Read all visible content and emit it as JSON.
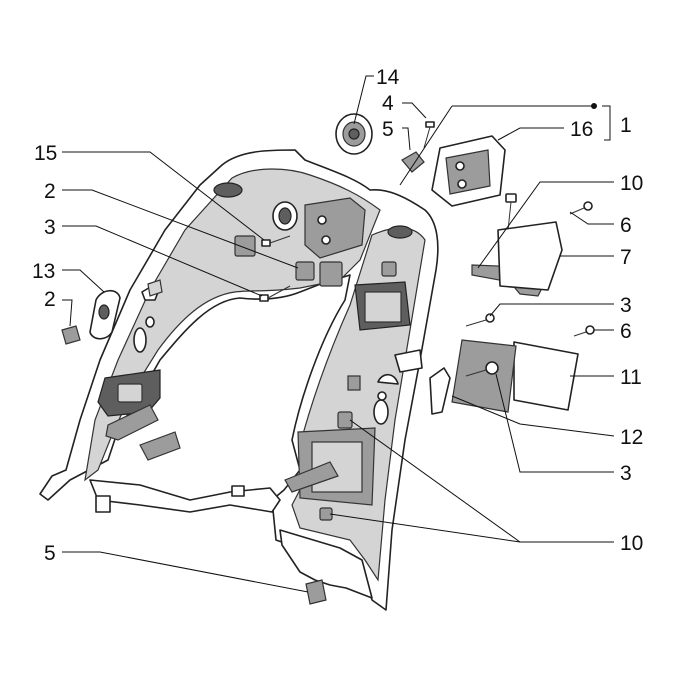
{
  "title": "",
  "callouts": [
    "14",
    "4",
    "5",
    "1",
    "16",
    "15",
    "2",
    "10",
    "3",
    "6",
    "7",
    "13",
    "2",
    "3",
    "6",
    "11",
    "12",
    "3",
    "10",
    "5"
  ],
  "colors": {
    "line": "#111111",
    "shade": "#9c9c9c",
    "background": "#ffffff"
  }
}
